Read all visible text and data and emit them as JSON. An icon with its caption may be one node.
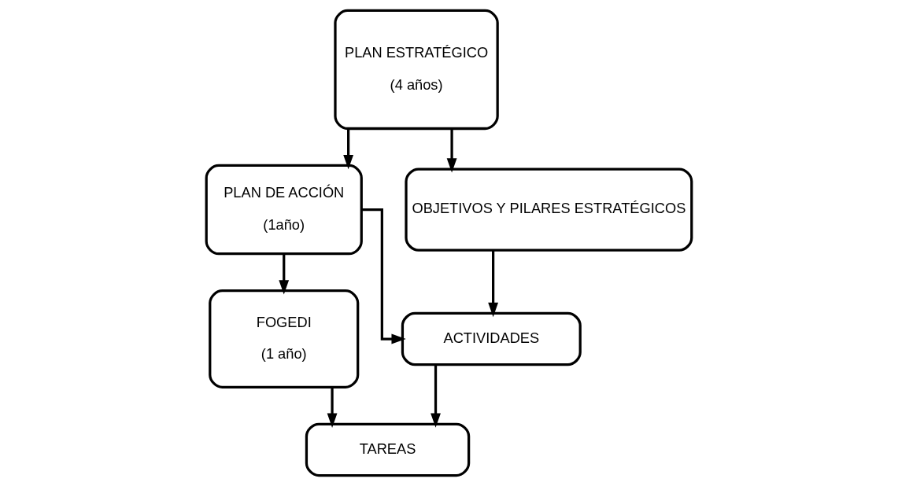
{
  "diagram": {
    "nodes": [
      {
        "text": [
          "PLAN ESTRATÉGICO",
          "(4 años)"
        ]
      },
      {
        "text": [
          "PLAN DE ACCIÓN",
          "(1año)"
        ]
      },
      {
        "text": [
          "OBJETIVOS Y PILARES ESTRATÉGICOS"
        ]
      },
      {
        "text": [
          "FOGEDI",
          "(1 año)"
        ]
      },
      {
        "text": [
          "ACTIVIDADES"
        ]
      },
      {
        "text": [
          "TAREAS"
        ]
      }
    ],
    "edges": [
      {
        "from": 0,
        "to": 1,
        "arrow": "to"
      },
      {
        "from": 0,
        "to": 2,
        "arrow": "to"
      },
      {
        "from": 1,
        "to": 4,
        "arrow": "to"
      },
      {
        "from": 1,
        "to": 3,
        "arrow": "to"
      },
      {
        "from": 2,
        "to": 4,
        "arrow": "to"
      },
      {
        "from": 3,
        "to": 5,
        "arrow": "to"
      },
      {
        "from": 4,
        "to": 5,
        "arrow": "to"
      }
    ]
  }
}
